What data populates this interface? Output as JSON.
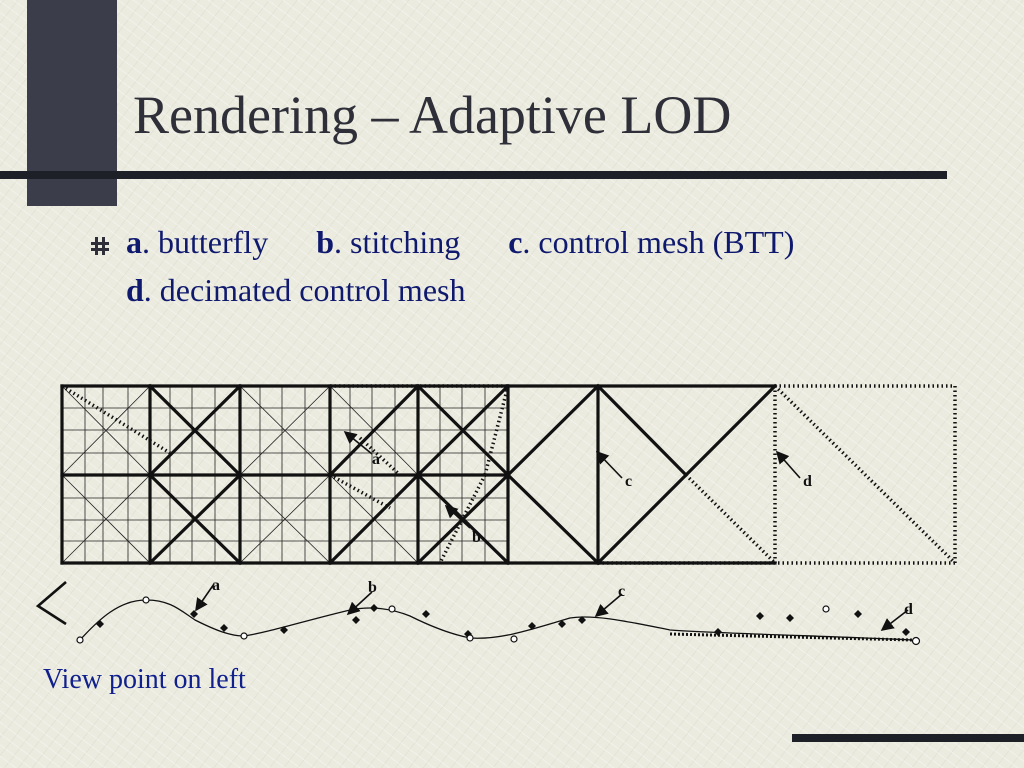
{
  "slide": {
    "title": "Rendering – Adaptive LOD",
    "bullet": {
      "a_letter": "a",
      "a_text": ". butterfly",
      "b_letter": "b",
      "b_text": ". stitching",
      "c_letter": "c",
      "c_text": ". control mesh (BTT)",
      "d_letter": "d",
      "d_text": ". decimated control mesh"
    },
    "figure": {
      "top_labels": [
        "a",
        "b",
        "c",
        "d"
      ],
      "bottom_labels": [
        "a",
        "b",
        "c",
        "d"
      ]
    },
    "caption": "View point on left"
  },
  "colors": {
    "background": "#ecebe0",
    "dark_bar": "#3b3e4a",
    "rule": "#1e2028",
    "title_text": "#2e2f38",
    "bullet_text": "#0f1a6e",
    "caption_text": "#10208c"
  }
}
